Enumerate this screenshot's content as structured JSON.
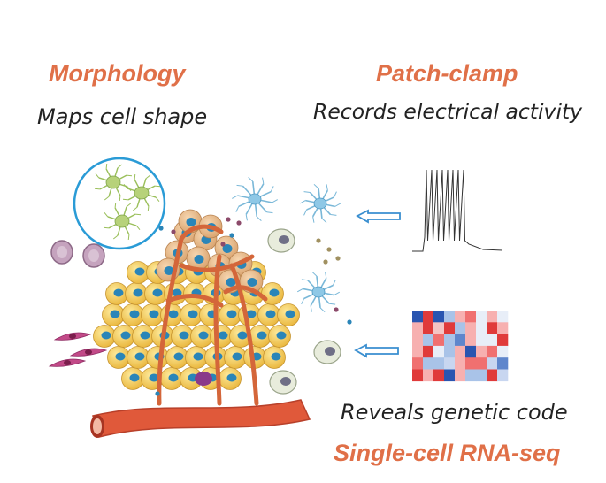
{
  "morphology": {
    "title": "Morphology",
    "subtitle": "Maps cell shape"
  },
  "patch_clamp": {
    "title": "Patch-clamp",
    "subtitle": "Records electrical activity"
  },
  "rna_seq": {
    "title": "Single-cell RNA-seq",
    "subtitle": "Reveals genetic code"
  },
  "colors": {
    "accent": "#e07048",
    "text": "#222222",
    "highlight_circle": "#2a9bd6",
    "arrow": "#3a8fd0",
    "tumor_cell": "#f2c84a",
    "nucleus": "#2a85b8",
    "vessel": "#e0593a",
    "heat_red": "#e03a3a",
    "heat_blue": "#2a55b0"
  },
  "icons": [
    "microglia-icon",
    "astrocyte-icon",
    "macrophage-icon",
    "fibroblast-icon",
    "blood-vessel-icon",
    "action-potential-trace-icon",
    "heatmap-icon",
    "arrow-left-icon"
  ]
}
